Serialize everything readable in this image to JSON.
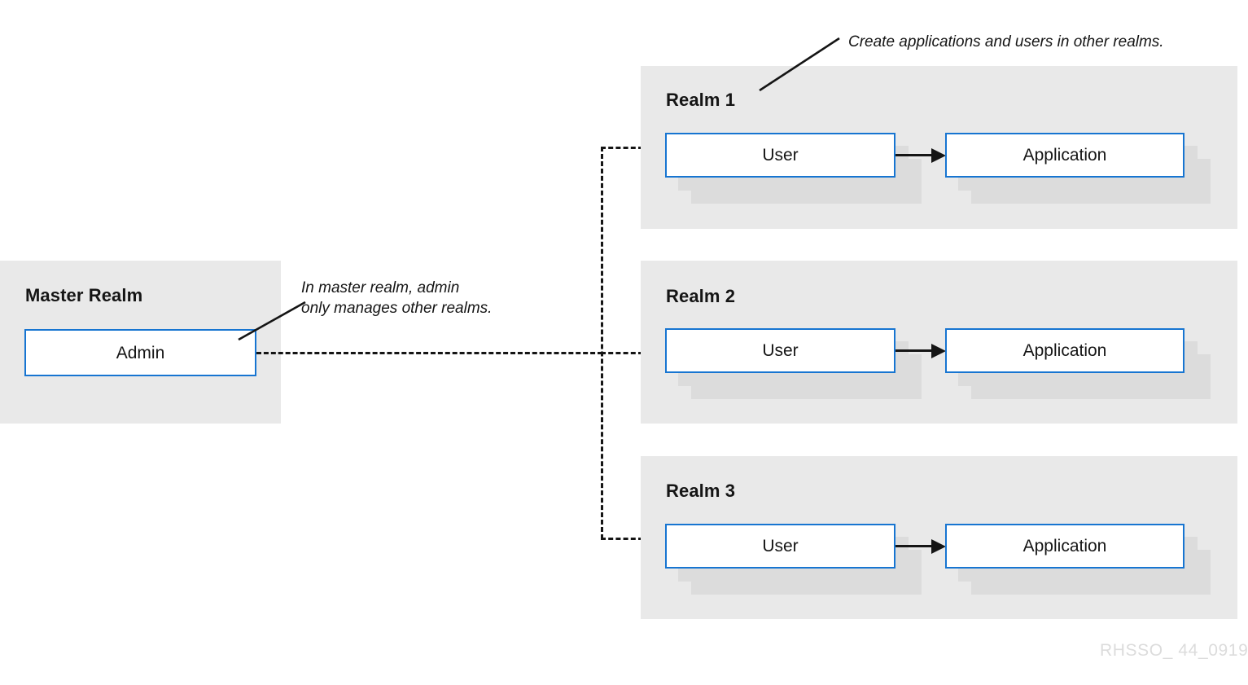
{
  "diagram": {
    "watermark": "RHSSO_ 44_0919",
    "colors": {
      "panel_background": "#e9e9e9",
      "node_border": "#1775d1",
      "node_fill": "#ffffff",
      "stack_shadow": "#dcdcdc",
      "text": "#151515",
      "watermark": "#dcdcdc",
      "canvas": "#ffffff"
    }
  },
  "master_realm": {
    "title": "Master Realm",
    "admin_node": {
      "label": "Admin"
    }
  },
  "realms": [
    {
      "title": "Realm 1",
      "user_node": {
        "label": "User"
      },
      "application_node": {
        "label": "Application"
      }
    },
    {
      "title": "Realm 2",
      "user_node": {
        "label": "User"
      },
      "application_node": {
        "label": "Application"
      }
    },
    {
      "title": "Realm 3",
      "user_node": {
        "label": "User"
      },
      "application_node": {
        "label": "Application"
      }
    }
  ],
  "annotations": {
    "master": "In master realm, admin\nonly manages other realms.",
    "realms": "Create applications and users in other realms."
  }
}
